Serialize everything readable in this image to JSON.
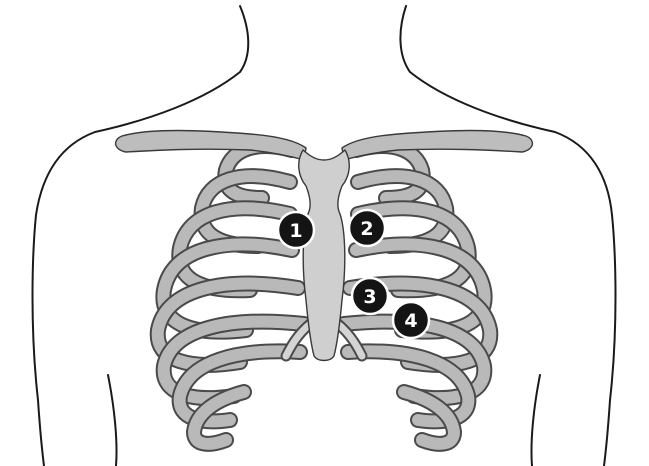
{
  "markers": [
    {
      "label": "1"
    },
    {
      "label": "2"
    },
    {
      "label": "3"
    },
    {
      "label": "4"
    }
  ],
  "colors": {
    "bone": "#bdbdbd",
    "sternum": "#cfcfcf",
    "outline": "#1a1a1a",
    "marker": "#141414",
    "background": "#ffffff"
  }
}
